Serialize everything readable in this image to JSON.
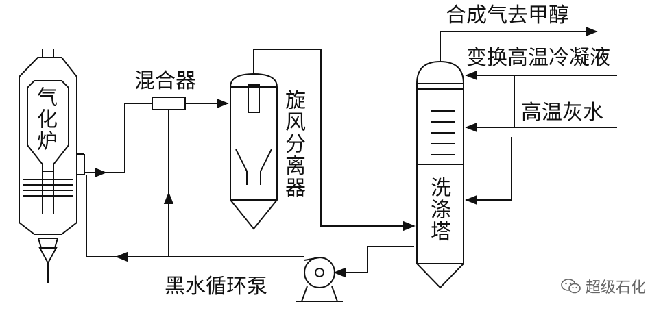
{
  "labels": {
    "gasifier": "气化炉",
    "mixer": "混合器",
    "cyclone": "旋风分离器",
    "scrubber": "洗涤塔",
    "pump": "黑水循环泵",
    "syngas_out": "合成气去甲醇",
    "shift_condensate": "变换高温冷凝液",
    "grey_water": "高温灰水"
  },
  "watermark": {
    "text": "超级石化",
    "icon": "wechat-icon"
  },
  "colors": {
    "line": "#111111",
    "background": "#ffffff"
  }
}
